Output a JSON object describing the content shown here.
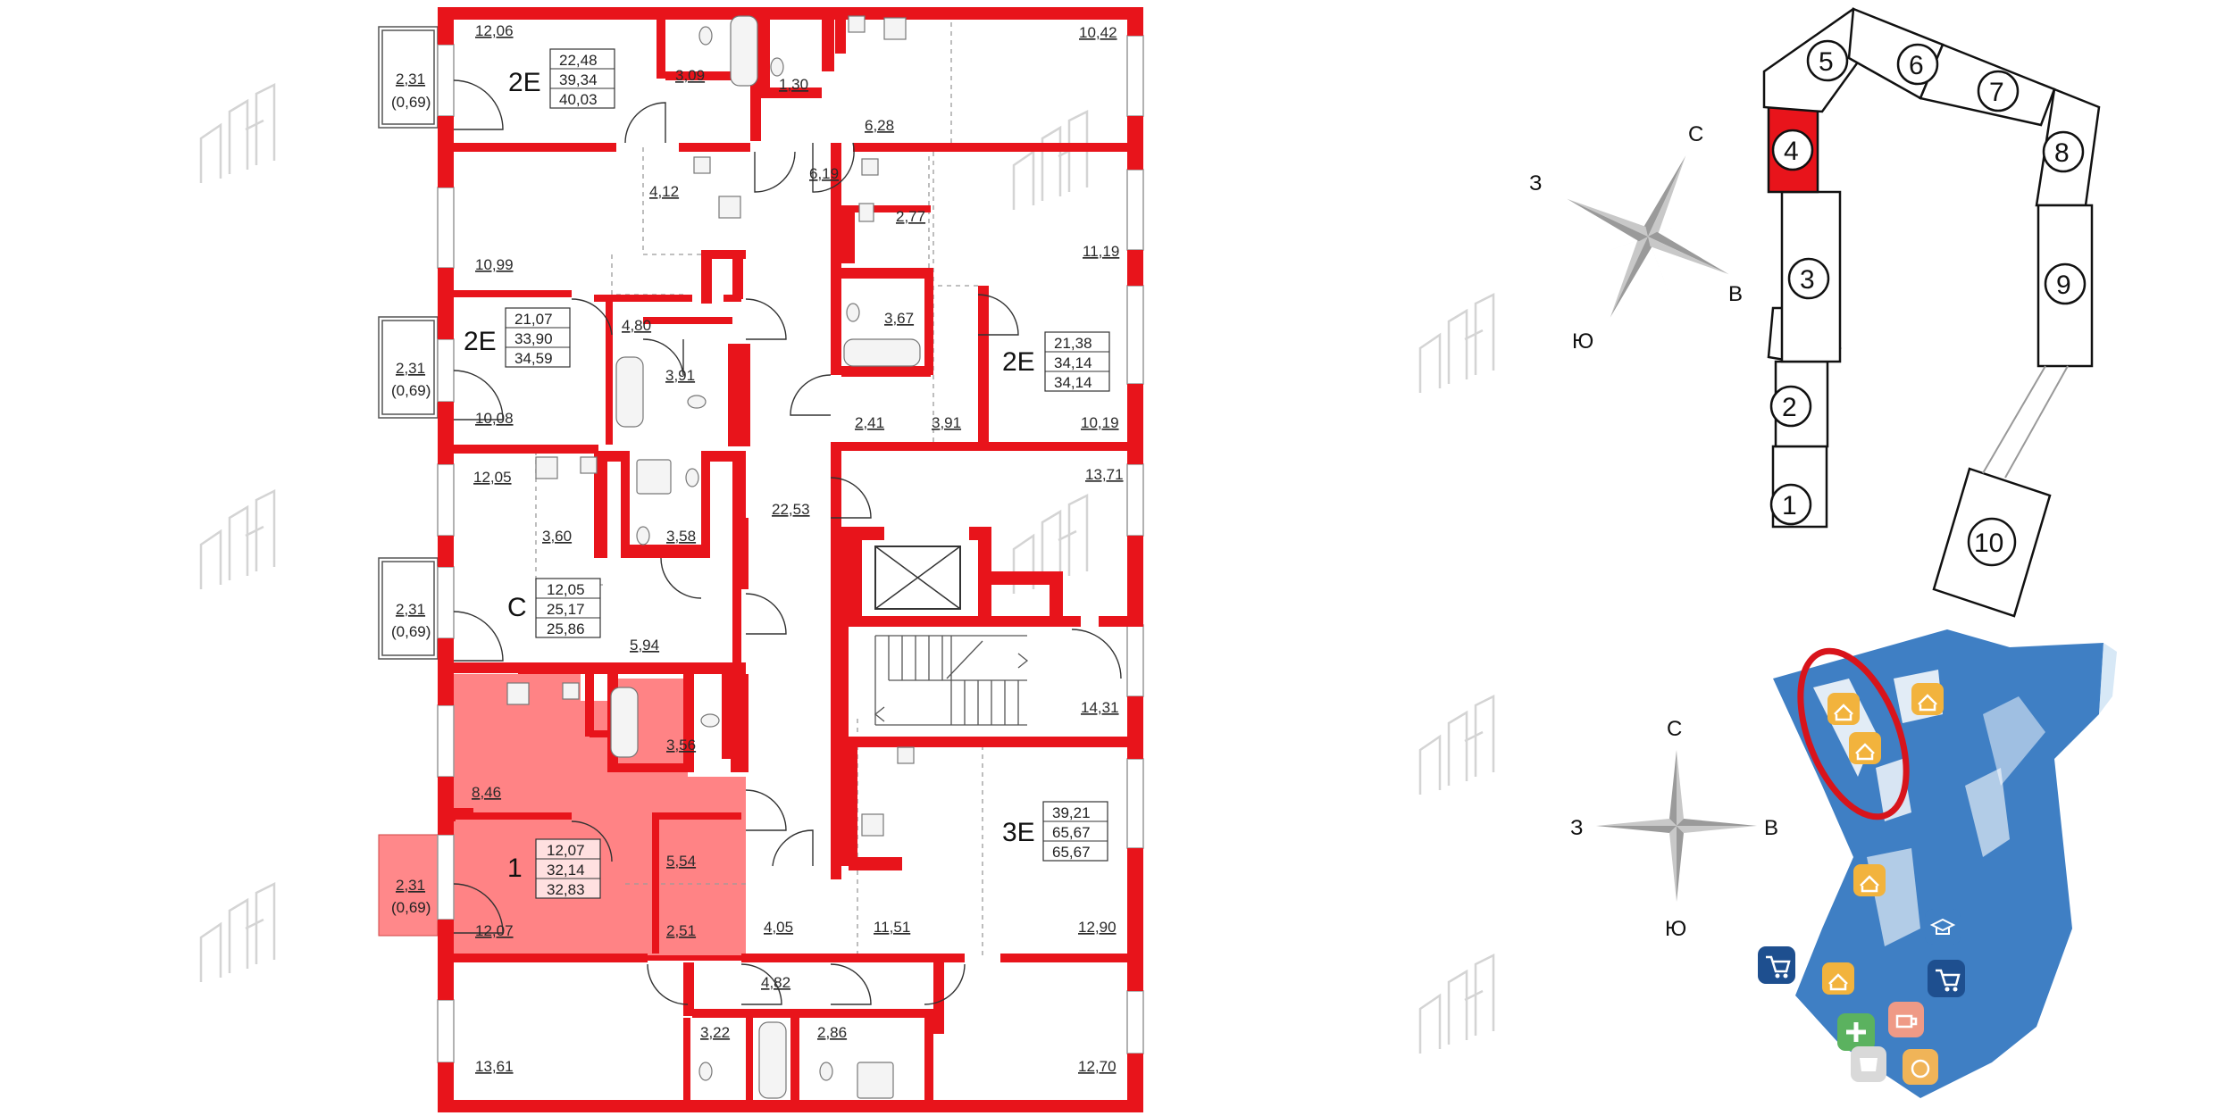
{
  "floorplan": {
    "rooms": [
      {
        "id": "r1206",
        "label": "12,06"
      },
      {
        "id": "r309",
        "label": "3,09"
      },
      {
        "id": "r130",
        "label": "1,30"
      },
      {
        "id": "r1042",
        "label": "10,42"
      },
      {
        "id": "r628",
        "label": "6,28"
      },
      {
        "id": "r619",
        "label": "6,19"
      },
      {
        "id": "r412",
        "label": "4,12"
      },
      {
        "id": "r277",
        "label": "2,77"
      },
      {
        "id": "r1099",
        "label": "10,99"
      },
      {
        "id": "r1119",
        "label": "11,19"
      },
      {
        "id": "r480",
        "label": "4,80"
      },
      {
        "id": "r367",
        "label": "3,67"
      },
      {
        "id": "r391a",
        "label": "3,91"
      },
      {
        "id": "r1008",
        "label": "10,08"
      },
      {
        "id": "r241",
        "label": "2,41"
      },
      {
        "id": "r391b",
        "label": "3,91"
      },
      {
        "id": "r1019",
        "label": "10,19"
      },
      {
        "id": "r1205",
        "label": "12,05"
      },
      {
        "id": "r1371",
        "label": "13,71"
      },
      {
        "id": "r360",
        "label": "3,60"
      },
      {
        "id": "r358",
        "label": "3,58"
      },
      {
        "id": "r2253",
        "label": "22,53"
      },
      {
        "id": "r594",
        "label": "5,94"
      },
      {
        "id": "r1431",
        "label": "14,31"
      },
      {
        "id": "r846",
        "label": "8,46"
      },
      {
        "id": "r356",
        "label": "3,56"
      },
      {
        "id": "r554",
        "label": "5,54"
      },
      {
        "id": "r1207",
        "label": "12,07"
      },
      {
        "id": "r251",
        "label": "2,51"
      },
      {
        "id": "r405",
        "label": "4,05"
      },
      {
        "id": "r1151",
        "label": "11,51"
      },
      {
        "id": "r1290",
        "label": "12,90"
      },
      {
        "id": "r482",
        "label": "4,82"
      },
      {
        "id": "r322",
        "label": "3,22"
      },
      {
        "id": "r286",
        "label": "2,86"
      },
      {
        "id": "r1361",
        "label": "13,61"
      },
      {
        "id": "r1270",
        "label": "12,70"
      }
    ],
    "balconies": [
      {
        "area": "2,31",
        "reduced": "(0,69)"
      },
      {
        "area": "2,31",
        "reduced": "(0,69)"
      },
      {
        "area": "2,31",
        "reduced": "(0,69)"
      },
      {
        "area": "2,31",
        "reduced": "(0,69)"
      }
    ],
    "apartments": [
      {
        "type": "2E",
        "living": "22,48",
        "total": "39,34",
        "with_balcony": "40,03",
        "highlighted": false
      },
      {
        "type": "2E",
        "living": "21,07",
        "total": "33,90",
        "with_balcony": "34,59",
        "highlighted": false
      },
      {
        "type": "2E",
        "living": "21,38",
        "total": "34,14",
        "with_balcony": "34,14",
        "highlighted": false
      },
      {
        "type": "C",
        "living": "12,05",
        "total": "25,17",
        "with_balcony": "25,86",
        "highlighted": false
      },
      {
        "type": "1",
        "living": "12,07",
        "total": "32,14",
        "with_balcony": "32,83",
        "highlighted": true
      },
      {
        "type": "3E",
        "living": "39,21",
        "total": "65,67",
        "with_balcony": "65,67",
        "highlighted": false
      }
    ]
  },
  "compass_top": {
    "north": "С",
    "east": "В",
    "south": "Ю",
    "west": "З"
  },
  "compass_bottom": {
    "north": "С",
    "east": "В",
    "south": "Ю",
    "west": "З"
  },
  "sections": {
    "items": [
      "1",
      "2",
      "3",
      "4",
      "5",
      "6",
      "7",
      "8",
      "9",
      "10"
    ],
    "selected": "4"
  },
  "site_map": {
    "icons": [
      "house-icon",
      "house-icon",
      "house-icon",
      "house-icon",
      "house-icon",
      "cart-icon",
      "cart-icon",
      "school-icon",
      "medical-icon",
      "cafe-icon",
      "sport-icon",
      "kindergarten-icon"
    ]
  },
  "colors": {
    "wall": "#e8141b",
    "highlight": "#ff7c7e",
    "site_blue": "#3f7fc4",
    "house_yellow": "#f2b33d",
    "medical_green": "#5bb25f",
    "cafe_salmon": "#ef9a86",
    "cart_navy": "#1e4f8f"
  }
}
